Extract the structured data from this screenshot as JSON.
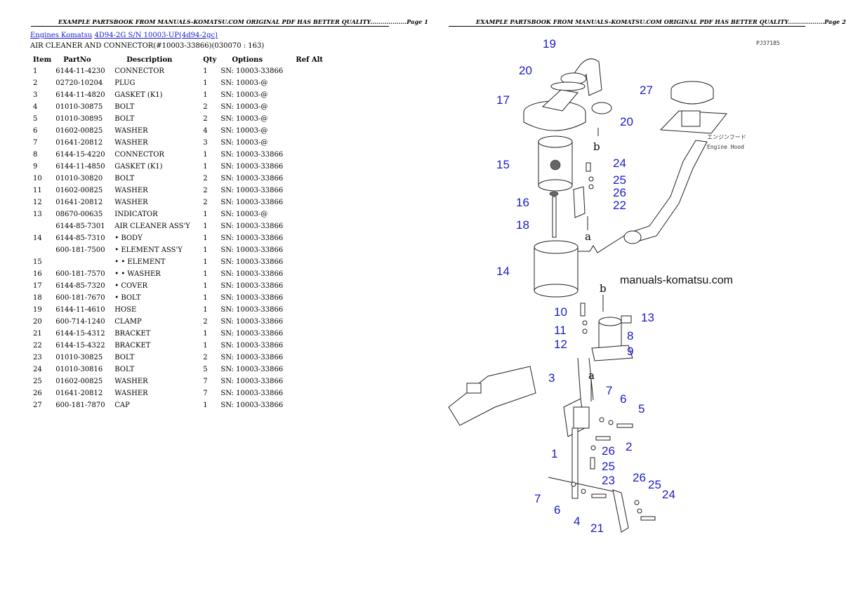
{
  "banner_page1": "EXAMPLE PARTSBOOK FROM MANUALS-KOMATSU.COM ORIGINAL PDF HAS BETTER QUALITY..................Page 1",
  "banner_page2": "EXAMPLE PARTSBOOK FROM MANUALS-KOMATSU.COM ORIGINAL PDF HAS BETTER QUALITY..................Page 2",
  "breadcrumb": {
    "link1": "Engines Komatsu",
    "link2": "4D94-2G S/N 10003-UP(4d94-2gc)"
  },
  "subtitle": "AIR CLEANER AND CONNECTOR(#10003-33866)(030070 : 163)",
  "table": {
    "headers": {
      "item": "Item",
      "partno": "PartNo",
      "description": "Description",
      "qty": "Qty",
      "options": "Options",
      "refalt": "Ref Alt"
    },
    "rows": [
      {
        "item": "1",
        "partno": "6144-11-4230",
        "description": "CONNECTOR",
        "qty": "1",
        "options": "SN: 10003-33866"
      },
      {
        "item": "2",
        "partno": "02720-10204",
        "description": "PLUG",
        "qty": "1",
        "options": "SN: 10003-@"
      },
      {
        "item": "3",
        "partno": "6144-11-4820",
        "description": "GASKET (K1)",
        "qty": "1",
        "options": "SN: 10003-@"
      },
      {
        "item": "4",
        "partno": "01010-30875",
        "description": "BOLT",
        "qty": "2",
        "options": "SN: 10003-@"
      },
      {
        "item": "5",
        "partno": "01010-30895",
        "description": "BOLT",
        "qty": "2",
        "options": "SN: 10003-@"
      },
      {
        "item": "6",
        "partno": "01602-00825",
        "description": "WASHER",
        "qty": "4",
        "options": "SN: 10003-@"
      },
      {
        "item": "7",
        "partno": "01641-20812",
        "description": "WASHER",
        "qty": "3",
        "options": "SN: 10003-@"
      },
      {
        "item": "8",
        "partno": "6144-15-4220",
        "description": "CONNECTOR",
        "qty": "1",
        "options": "SN: 10003-33866"
      },
      {
        "item": "9",
        "partno": "6144-11-4850",
        "description": "GASKET (K1)",
        "qty": "1",
        "options": "SN: 10003-33866"
      },
      {
        "item": "10",
        "partno": "01010-30820",
        "description": "BOLT",
        "qty": "2",
        "options": "SN: 10003-33866"
      },
      {
        "item": "11",
        "partno": "01602-00825",
        "description": "WASHER",
        "qty": "2",
        "options": "SN: 10003-33866"
      },
      {
        "item": "12",
        "partno": "01641-20812",
        "description": "WASHER",
        "qty": "2",
        "options": "SN: 10003-33866"
      },
      {
        "item": "13",
        "partno": "08670-00635",
        "description": "INDICATOR",
        "qty": "1",
        "options": "SN: 10003-@"
      },
      {
        "item": "",
        "partno": "6144-85-7301",
        "description": "AIR CLEANER ASS'Y",
        "qty": "1",
        "options": "SN: 10003-33866"
      },
      {
        "item": "14",
        "partno": "6144-85-7310",
        "description": "• BODY",
        "qty": "1",
        "options": "SN: 10003-33866"
      },
      {
        "item": "",
        "partno": "600-181-7500",
        "description": "• ELEMENT ASS'Y",
        "qty": "1",
        "options": "SN: 10003-33866"
      },
      {
        "item": "15",
        "partno": "",
        "description": "• • ELEMENT",
        "qty": "1",
        "options": "SN: 10003-33866"
      },
      {
        "item": "16",
        "partno": "600-181-7570",
        "description": "• • WASHER",
        "qty": "1",
        "options": "SN: 10003-33866"
      },
      {
        "item": "17",
        "partno": "6144-85-7320",
        "description": "• COVER",
        "qty": "1",
        "options": "SN: 10003-33866"
      },
      {
        "item": "18",
        "partno": "600-181-7670",
        "description": "• BOLT",
        "qty": "1",
        "options": "SN: 10003-33866"
      },
      {
        "item": "19",
        "partno": "6144-11-4610",
        "description": "HOSE",
        "qty": "1",
        "options": "SN: 10003-33866"
      },
      {
        "item": "20",
        "partno": "600-714-1240",
        "description": "CLAMP",
        "qty": "2",
        "options": "SN: 10003-33866"
      },
      {
        "item": "21",
        "partno": "6144-15-4312",
        "description": "BRACKET",
        "qty": "1",
        "options": "SN: 10003-33866"
      },
      {
        "item": "22",
        "partno": "6144-15-4322",
        "description": "BRACKET",
        "qty": "1",
        "options": "SN: 10003-33866"
      },
      {
        "item": "23",
        "partno": "01010-30825",
        "description": "BOLT",
        "qty": "2",
        "options": "SN: 10003-33866"
      },
      {
        "item": "24",
        "partno": "01010-30816",
        "description": "BOLT",
        "qty": "5",
        "options": "SN: 10003-33866"
      },
      {
        "item": "25",
        "partno": "01602-00825",
        "description": "WASHER",
        "qty": "7",
        "options": "SN: 10003-33866"
      },
      {
        "item": "26",
        "partno": "01641-20812",
        "description": "WASHER",
        "qty": "7",
        "options": "SN: 10003-33866"
      },
      {
        "item": "27",
        "partno": "600-181-7870",
        "description": "CAP",
        "qty": "1",
        "options": "SN: 10003-33866"
      }
    ]
  },
  "diagram": {
    "code": "PJ37185",
    "watermark": "manuals-komatsu.com",
    "hood_label_jp": "エンジンフード",
    "hood_label_en": "Engine Hood",
    "letters": {
      "a": "a",
      "b": "b"
    },
    "callouts": [
      "19",
      "20",
      "17",
      "20",
      "27",
      "15",
      "24",
      "25",
      "26",
      "22",
      "16",
      "18",
      "14",
      "10",
      "13",
      "11",
      "8",
      "12",
      "9",
      "3",
      "7",
      "6",
      "5",
      "26",
      "2",
      "1",
      "25",
      "23",
      "26",
      "25",
      "24",
      "7",
      "6",
      "4",
      "21"
    ]
  }
}
